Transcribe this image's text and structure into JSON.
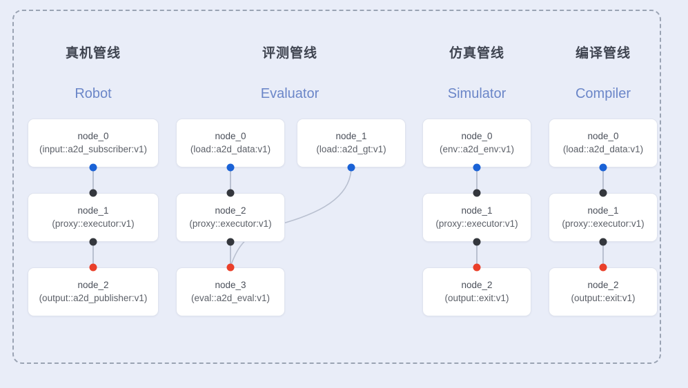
{
  "diagram": {
    "background_color": "#e9edf8",
    "frame_border_color": "#9aa3b3",
    "port_colors": {
      "input": "#1a62d6",
      "middle": "#34373d",
      "output": "#ea3f2a"
    },
    "edge_color": "#b9c0d0"
  },
  "columns": [
    {
      "id": "robot",
      "title_cn": "真机管线",
      "title_en": "Robot",
      "nodes": [
        {
          "name": "node_0",
          "type": "(input::a2d_subscriber:v1)"
        },
        {
          "name": "node_1",
          "type": "(proxy::executor:v1)"
        },
        {
          "name": "node_2",
          "type": "(output::a2d_publisher:v1)"
        }
      ]
    },
    {
      "id": "evaluator",
      "title_cn": "评测管线",
      "title_en": "Evaluator",
      "nodes": [
        {
          "name": "node_0",
          "type": "(load::a2d_data:v1)"
        },
        {
          "name": "node_2",
          "type": "(proxy::executor:v1)"
        },
        {
          "name": "node_3",
          "type": "(eval::a2d_eval:v1)"
        },
        {
          "name": "node_1",
          "type": "(load::a2d_gt:v1)"
        }
      ]
    },
    {
      "id": "simulator",
      "title_cn": "仿真管线",
      "title_en": "Simulator",
      "nodes": [
        {
          "name": "node_0",
          "type": "(env::a2d_env:v1)"
        },
        {
          "name": "node_1",
          "type": "(proxy::executor:v1)"
        },
        {
          "name": "node_2",
          "type": "(output::exit:v1)"
        }
      ]
    },
    {
      "id": "compiler",
      "title_cn": "编译管线",
      "title_en": "Compiler",
      "nodes": [
        {
          "name": "node_0",
          "type": "(load::a2d_data:v1)"
        },
        {
          "name": "node_1",
          "type": "(proxy::executor:v1)"
        },
        {
          "name": "node_2",
          "type": "(output::exit:v1)"
        }
      ]
    }
  ]
}
